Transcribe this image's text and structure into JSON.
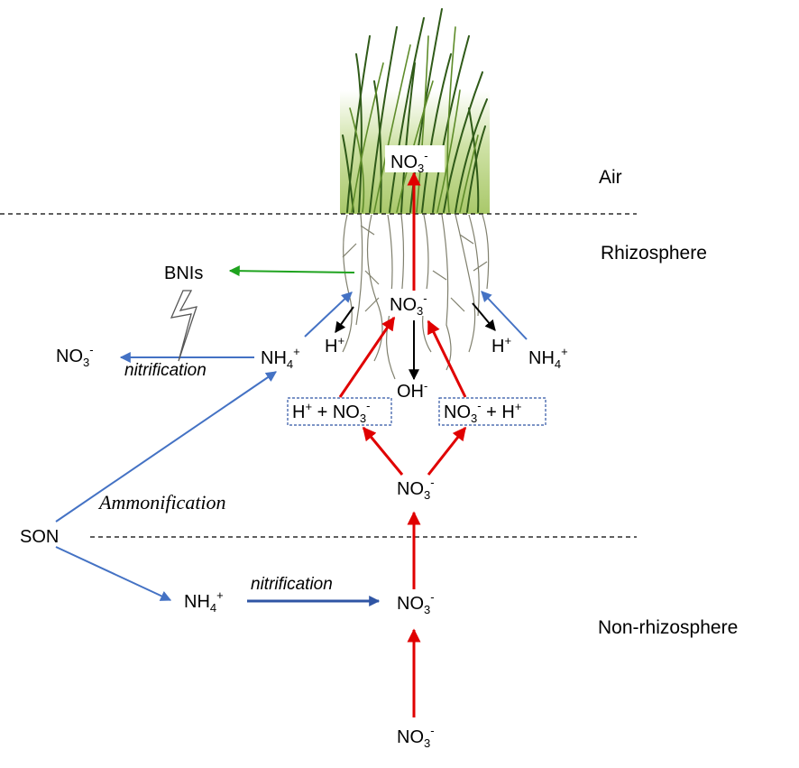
{
  "zones": {
    "air": "Air",
    "rhizosphere": "Rhizosphere",
    "non_rhizosphere": "Non-rhizosphere"
  },
  "species": {
    "no3_base": "NO",
    "no3_sub": "3",
    "no3_sup": "-",
    "nh4_base": "NH",
    "nh4_sub": "4",
    "nh4_sup": "+",
    "h": "H",
    "h_sup": "+",
    "oh": "OH",
    "oh_sup": "-",
    "plus": " + ",
    "son": "SON",
    "bnis": "BNIs"
  },
  "processes": {
    "nitrification": "nitrification",
    "ammonification": "Ammonification"
  },
  "colors": {
    "red": "#e00000",
    "blue": "#4472c4",
    "dark_blue": "#2f55a4",
    "green": "#1fa31f",
    "black": "#000000"
  }
}
